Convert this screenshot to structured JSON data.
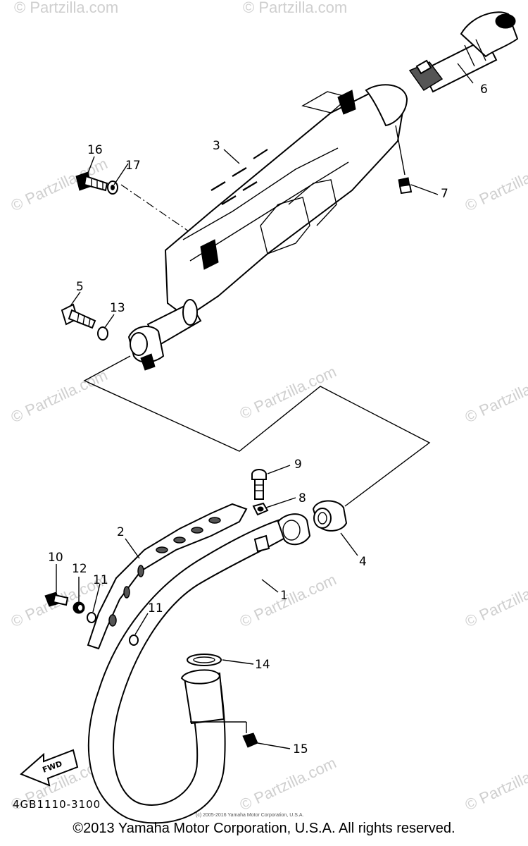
{
  "watermark": "© Partzilla.com",
  "callouts": {
    "c1": "1",
    "c2": "2",
    "c3": "3",
    "c4": "4",
    "c5": "5",
    "c6": "6",
    "c7": "7",
    "c8": "8",
    "c9": "9",
    "c10": "10",
    "c11a": "11",
    "c11b": "11",
    "c12": "12",
    "c13": "13",
    "c14": "14",
    "c15": "15",
    "c16": "16",
    "c17": "17"
  },
  "fwd_label": "FWD",
  "part_code": "4GB1110-3100",
  "small_copyright": "(c) 2005-2016 Yamaha Motor Corporation, U.S.A.",
  "footer": "©2013 Yamaha Motor Corporation, U.S.A. All rights reserved."
}
